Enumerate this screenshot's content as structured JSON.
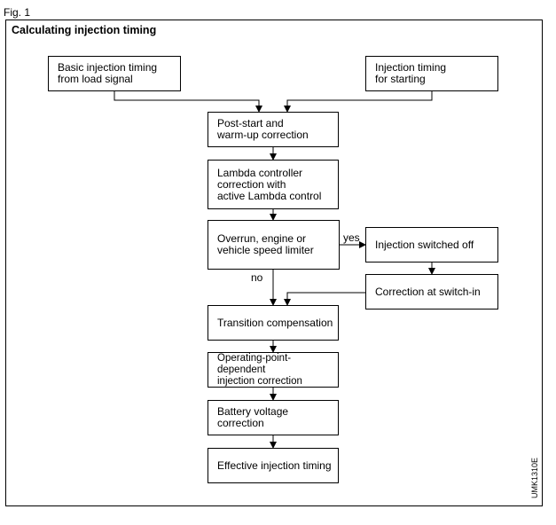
{
  "figure_label": "Fig. 1",
  "title": "Calculating injection timing",
  "boxes": {
    "basic": "Basic injection timing\nfrom load signal",
    "starting": "Injection timing\nfor starting",
    "post_start": "Post-start and\nwarm-up correction",
    "lambda": "Lambda controller\ncorrection with\nactive Lambda control",
    "overrun": "Overrun, engine or\nvehicle speed limiter",
    "switched_off": "Injection switched off",
    "switch_in": "Correction at switch-in",
    "transition": "Transition compensation",
    "operating_point": "Operating-point-dependent\ninjection correction",
    "battery": "Battery voltage\ncorrection",
    "effective": "Effective injection timing"
  },
  "labels": {
    "yes": "yes",
    "no": "no"
  },
  "code": "UMK1310E"
}
